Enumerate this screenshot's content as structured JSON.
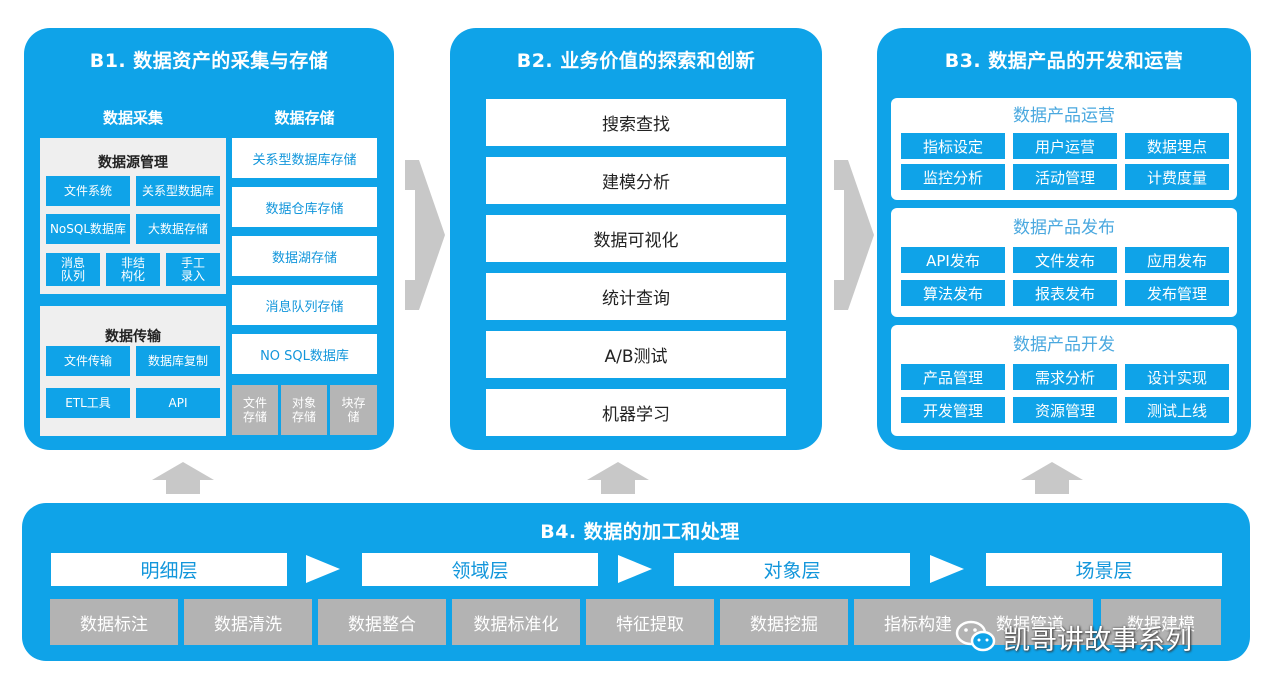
{
  "b1": {
    "title": "B1. 数据资产的采集与存储",
    "collect_head": "数据采集",
    "storage_head": "数据存储",
    "source_mgmt": {
      "title": "数据源管理",
      "cells": [
        "文件系统",
        "关系型数据库",
        "NoSQL数据库",
        "大数据存储",
        "消息队列",
        "非结构化",
        "手工录入"
      ]
    },
    "transfer": {
      "title": "数据传输",
      "cells": [
        "文件传输",
        "数据库复制",
        "ETL工具",
        "API"
      ]
    },
    "storage_items": [
      "关系型数据库存储",
      "数据仓库存储",
      "数据湖存储",
      "消息队列存储",
      "NO SQL数据库"
    ],
    "storage_small": [
      "文件存储",
      "对象存储",
      "块存储"
    ]
  },
  "b2": {
    "title": "B2. 业务价值的探索和创新",
    "items": [
      "搜索查找",
      "建模分析",
      "数据可视化",
      "统计查询",
      "A/B测试",
      "机器学习"
    ]
  },
  "b3": {
    "title": "B3. 数据产品的开发和运营",
    "sections": [
      {
        "title": "数据产品运营",
        "cells": [
          "指标设定",
          "用户运营",
          "数据埋点",
          "监控分析",
          "活动管理",
          "计费度量"
        ]
      },
      {
        "title": "数据产品发布",
        "cells": [
          "API发布",
          "文件发布",
          "应用发布",
          "算法发布",
          "报表发布",
          "发布管理"
        ]
      },
      {
        "title": "数据产品开发",
        "cells": [
          "产品管理",
          "需求分析",
          "设计实现",
          "开发管理",
          "资源管理",
          "测试上线"
        ]
      }
    ]
  },
  "b4": {
    "title": "B4. 数据的加工和处理",
    "layers": [
      "明细层",
      "领域层",
      "对象层",
      "场景层"
    ],
    "steps": [
      "数据标注",
      "数据清洗",
      "数据整合",
      "数据标准化",
      "特征提取",
      "数据挖掘",
      "指标构建",
      "数据管道",
      "数据建模"
    ]
  },
  "watermark": "凯哥讲故事系列",
  "colors": {
    "primary": "#0fa3e8",
    "arrow": "#c8c8c8",
    "gray": "#b5b5b5"
  }
}
